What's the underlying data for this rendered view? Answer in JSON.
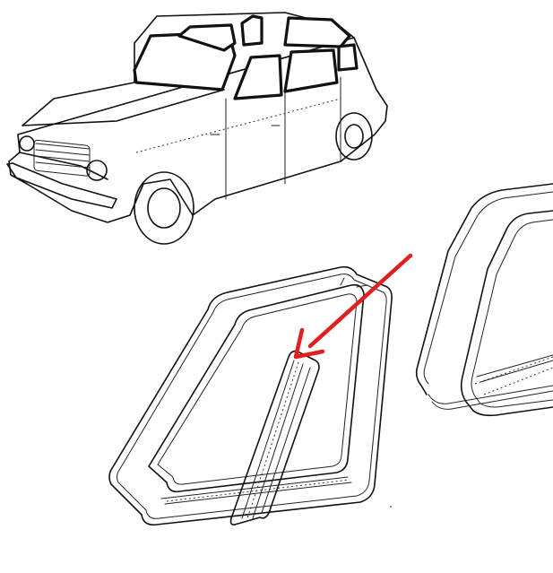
{
  "diagram": {
    "components": [
      {
        "id": "car",
        "icon": "car-illustration-icon"
      },
      {
        "id": "rear-quarter-seal",
        "icon": "window-seal-icon"
      },
      {
        "id": "divider-strip",
        "icon": "seal-strip-icon"
      },
      {
        "id": "side-window-seal",
        "icon": "window-seal-icon"
      }
    ],
    "callout": {
      "color": "#e0201f",
      "points_to": "divider-strip"
    },
    "colors": {
      "ink": "#111111",
      "background": "#ffffff",
      "arrow": "#e0201f"
    }
  }
}
